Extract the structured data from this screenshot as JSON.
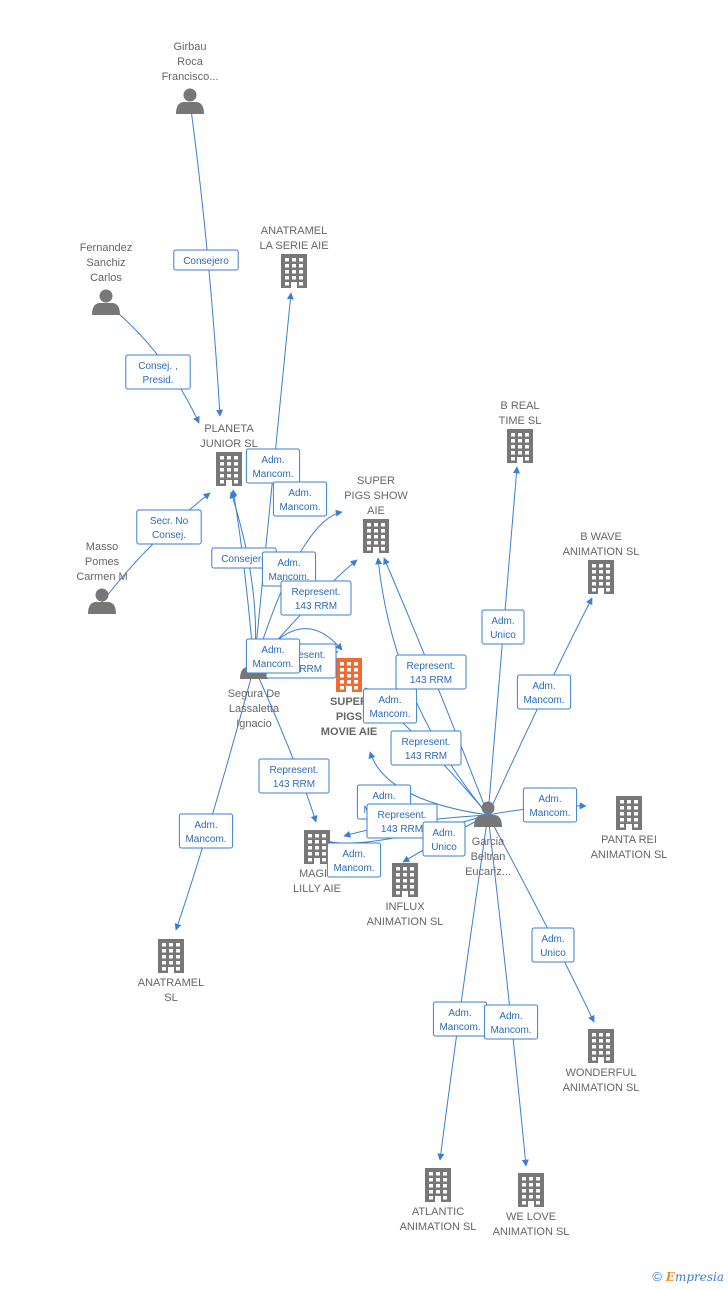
{
  "colors": {
    "edge": "#3a7fd5",
    "company": "#777777",
    "person": "#777777",
    "focus": "#f26a30",
    "label": "#666666"
  },
  "nodes": [
    {
      "id": "girbau",
      "type": "person",
      "icon": "person-icon",
      "lines": [
        "Girbau",
        "Roca",
        "Francisco..."
      ]
    },
    {
      "id": "fernandez",
      "type": "person",
      "icon": "person-icon",
      "lines": [
        "Fernandez",
        "Sanchiz",
        "Carlos"
      ]
    },
    {
      "id": "masso",
      "type": "person",
      "icon": "person-icon",
      "lines": [
        "Masso",
        "Pomes",
        "Carmen M"
      ]
    },
    {
      "id": "segura",
      "type": "person",
      "icon": "person-icon",
      "lines": [
        "Segura De",
        "Lassaletta",
        "Ignacio"
      ]
    },
    {
      "id": "garcia",
      "type": "person",
      "icon": "person-icon",
      "lines": [
        "Garcia",
        "Beltran",
        "Eucariz..."
      ]
    },
    {
      "id": "anatramel_serie",
      "type": "company",
      "icon": "building-icon",
      "lines": [
        "ANATRAMEL",
        "LA SERIE AIE"
      ]
    },
    {
      "id": "planeta",
      "type": "company",
      "icon": "building-icon",
      "lines": [
        "PLANETA",
        "JUNIOR SL"
      ]
    },
    {
      "id": "superpigs_show",
      "type": "company",
      "icon": "building-icon",
      "lines": [
        "SUPER",
        "PIGS SHOW",
        "AIE"
      ]
    },
    {
      "id": "superpigs_movie",
      "type": "focus",
      "icon": "building-icon",
      "lines": [
        "SUPER",
        "PIGS",
        "MOVIE  AIE"
      ]
    },
    {
      "id": "breal",
      "type": "company",
      "icon": "building-icon",
      "lines": [
        "B REAL",
        "TIME  SL"
      ]
    },
    {
      "id": "bwave",
      "type": "company",
      "icon": "building-icon",
      "lines": [
        "B WAVE",
        "ANIMATION  SL"
      ]
    },
    {
      "id": "pantarei",
      "type": "company",
      "icon": "building-icon",
      "lines": [
        "PANTA REI",
        "ANIMATION  SL"
      ]
    },
    {
      "id": "magiclilly",
      "type": "company",
      "icon": "building-icon",
      "lines": [
        "MAGIC",
        "LILLY  AIE"
      ]
    },
    {
      "id": "influx",
      "type": "company",
      "icon": "building-icon",
      "lines": [
        "INFLUX",
        "ANIMATION  SL"
      ]
    },
    {
      "id": "anatramel_sl",
      "type": "company",
      "icon": "building-icon",
      "lines": [
        "ANATRAMEL",
        "SL"
      ]
    },
    {
      "id": "wonderful",
      "type": "company",
      "icon": "building-icon",
      "lines": [
        "WONDERFUL",
        "ANIMATION  SL"
      ]
    },
    {
      "id": "atlantic",
      "type": "company",
      "icon": "building-icon",
      "lines": [
        "ATLANTIC",
        "ANIMATION  SL"
      ]
    },
    {
      "id": "welove",
      "type": "company",
      "icon": "building-icon",
      "lines": [
        "WE LOVE",
        "ANIMATION  SL"
      ]
    }
  ],
  "edges": [
    {
      "from": "girbau",
      "to": "planeta",
      "label": [
        "Consejero"
      ]
    },
    {
      "from": "fernandez",
      "to": "planeta",
      "label": [
        "Consej. ,",
        "Presid."
      ]
    },
    {
      "from": "masso",
      "to": "planeta",
      "label": [
        "Secr.  No",
        "Consej."
      ]
    },
    {
      "from": "segura",
      "to": "anatramel_serie",
      "label": [
        "Adm.",
        "Mancom."
      ]
    },
    {
      "from": "segura",
      "to": "superpigs_show",
      "label": [
        "Adm.",
        "Mancom."
      ]
    },
    {
      "from": "segura",
      "to": "planeta",
      "label": [
        "Consejero"
      ]
    },
    {
      "from": "segura",
      "to": "superpigs_movie",
      "label": [
        "Adm.",
        "Mancom."
      ]
    },
    {
      "from": "segura",
      "to": "superpigs_show",
      "label": [
        "Represent.",
        "143 RRM"
      ]
    },
    {
      "from": "segura",
      "to": "superpigs_movie",
      "label": [
        "Represent.",
        "143 RRM"
      ]
    },
    {
      "from": "segura",
      "to": "planeta",
      "label": [
        "Adm.",
        "Mancom."
      ]
    },
    {
      "from": "segura",
      "to": "magiclilly",
      "label": [
        "Represent.",
        "143 RRM"
      ]
    },
    {
      "from": "segura",
      "to": "anatramel_sl",
      "label": [
        "Adm.",
        "Mancom."
      ]
    },
    {
      "from": "garcia",
      "to": "breal",
      "label": [
        "Adm.",
        "Unico"
      ]
    },
    {
      "from": "garcia",
      "to": "bwave",
      "label": [
        "Adm.",
        "Mancom."
      ]
    },
    {
      "from": "garcia",
      "to": "pantarei",
      "label": [
        "Adm.",
        "Mancom."
      ]
    },
    {
      "from": "garcia",
      "to": "superpigs_show",
      "label": [
        "Represent.",
        "143 RRM"
      ]
    },
    {
      "from": "garcia",
      "to": "superpigs_show",
      "label": [
        "Adm.",
        "Mancom."
      ]
    },
    {
      "from": "garcia",
      "to": "superpigs_movie",
      "label": [
        "Represent.",
        "143 RRM"
      ]
    },
    {
      "from": "garcia",
      "to": "superpigs_movie",
      "label": [
        "Adm.",
        "Mancom."
      ]
    },
    {
      "from": "garcia",
      "to": "magiclilly",
      "label": [
        "Represent.",
        "143 RRM"
      ]
    },
    {
      "from": "garcia",
      "to": "influx",
      "label": [
        "Adm.",
        "Unico"
      ]
    },
    {
      "from": "garcia",
      "to": "magiclilly",
      "label": [
        "Adm.",
        "Mancom."
      ]
    },
    {
      "from": "garcia",
      "to": "wonderful",
      "label": [
        "Adm.",
        "Unico"
      ]
    },
    {
      "from": "garcia",
      "to": "atlantic",
      "label": [
        "Adm.",
        "Mancom."
      ]
    },
    {
      "from": "garcia",
      "to": "welove",
      "label": [
        "Adm.",
        "Mancom."
      ]
    }
  ],
  "footer": {
    "copyright": "©",
    "brand_first": "E",
    "brand_rest": "mpresia"
  }
}
